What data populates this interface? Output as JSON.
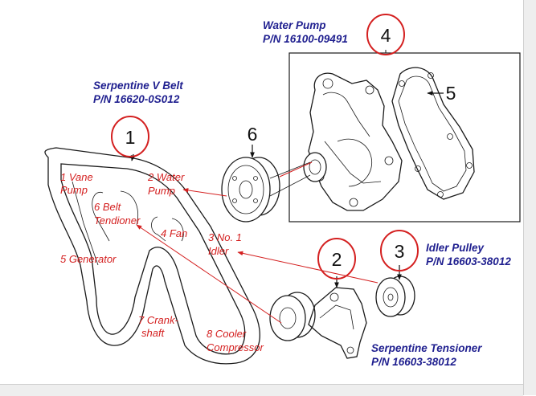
{
  "labels": {
    "water_pump_title": "Water Pump",
    "water_pump_pn": "P/N 16100-09491",
    "belt_title": "Serpentine V Belt",
    "belt_pn": "P/N 16620-0S012",
    "idler_title": "Idler Pulley",
    "idler_pn": "P/N 16603-38012",
    "tensioner_title": "Serpentine Tensioner",
    "tensioner_pn": "P/N 16603-38012"
  },
  "callouts": {
    "n1": "1",
    "n2": "2",
    "n3": "3",
    "n4": "4",
    "n5": "5",
    "n6": "6"
  },
  "belt_labels": {
    "vane_1": "1 Vane",
    "vane_2": "Pump",
    "water_1": "2 Water",
    "water_2": "Pump",
    "tens_1": "6 Belt",
    "tens_2": "Tendioner",
    "fan": "4 Fan",
    "idler_1": "3 No. 1",
    "idler_2": "Idler",
    "gen": "5 Generator",
    "crank_1": "7 Crank-",
    "crank_2": "shaft",
    "cooler_1": "8 Cooler",
    "cooler_2": "Compressor"
  },
  "colors": {
    "label_blue": "#1f1f8f",
    "label_red": "#d42020",
    "line_dark": "#1a1a1a"
  }
}
